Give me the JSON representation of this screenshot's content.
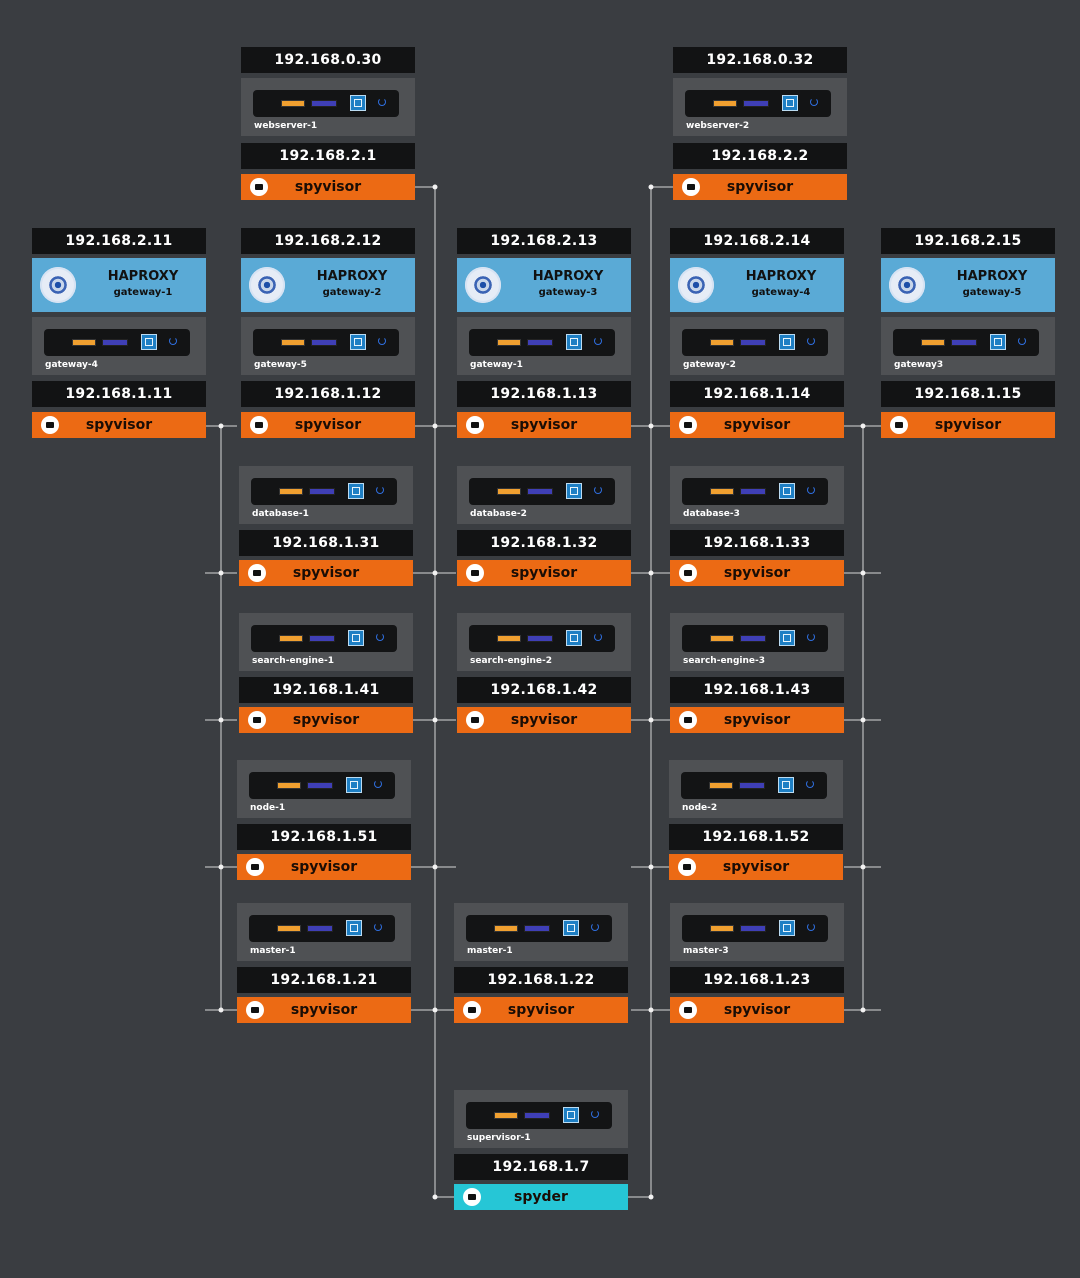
{
  "colors": {
    "background": "#3a3d41",
    "ip_bar": "#121314",
    "device": "#4f5154",
    "spyvisor": "#ec6a14",
    "spyder": "#26c6d6",
    "haproxy": "#5aaad6",
    "wire": "#d6d6d6"
  },
  "icons": {
    "device_ports": "usb-and-ethernet-icons",
    "cpu_badge": "intel-chip-icon",
    "power": "power-icon",
    "agent": "ethernet-port-icon",
    "haproxy": "haproxy-logo"
  },
  "webservers": [
    {
      "public_ip": "192.168.0.30",
      "name": "webserver-1",
      "ip": "192.168.2.1",
      "agent": "spyvisor"
    },
    {
      "public_ip": "192.168.0.32",
      "name": "webserver-2",
      "ip": "192.168.2.2",
      "agent": "spyvisor"
    }
  ],
  "proxies": [
    {
      "vip": "192.168.2.11",
      "title": "HAPROXY",
      "subtitle": "gateway-1",
      "name": "gateway-4",
      "ip": "192.168.1.11",
      "agent": "spyvisor"
    },
    {
      "vip": "192.168.2.12",
      "title": "HAPROXY",
      "subtitle": "gateway-2",
      "name": "gateway-5",
      "ip": "192.168.1.12",
      "agent": "spyvisor"
    },
    {
      "vip": "192.168.2.13",
      "title": "HAPROXY",
      "subtitle": "gateway-3",
      "name": "gateway-1",
      "ip": "192.168.1.13",
      "agent": "spyvisor"
    },
    {
      "vip": "192.168.2.14",
      "title": "HAPROXY",
      "subtitle": "gateway-4",
      "name": "gateway-2",
      "ip": "192.168.1.14",
      "agent": "spyvisor"
    },
    {
      "vip": "192.168.2.15",
      "title": "HAPROXY",
      "subtitle": "gateway-5",
      "name": "gateway3",
      "ip": "192.168.1.15",
      "agent": "spyvisor"
    }
  ],
  "nodes": [
    {
      "name": "database-1",
      "ip": "192.168.1.31",
      "agent": "spyvisor"
    },
    {
      "name": "database-2",
      "ip": "192.168.1.32",
      "agent": "spyvisor"
    },
    {
      "name": "database-3",
      "ip": "192.168.1.33",
      "agent": "spyvisor"
    },
    {
      "name": "search-engine-1",
      "ip": "192.168.1.41",
      "agent": "spyvisor"
    },
    {
      "name": "search-engine-2",
      "ip": "192.168.1.42",
      "agent": "spyvisor"
    },
    {
      "name": "search-engine-3",
      "ip": "192.168.1.43",
      "agent": "spyvisor"
    },
    {
      "name": "node-1",
      "ip": "192.168.1.51",
      "agent": "spyvisor"
    },
    {
      "name": "node-2",
      "ip": "192.168.1.52",
      "agent": "spyvisor"
    },
    {
      "name": "master-1",
      "ip": "192.168.1.21",
      "agent": "spyvisor"
    },
    {
      "name": "master-1",
      "ip": "192.168.1.22",
      "agent": "spyvisor"
    },
    {
      "name": "master-3",
      "ip": "192.168.1.23",
      "agent": "spyvisor"
    }
  ],
  "supervisor": {
    "name": "supervisor-1",
    "ip": "192.168.1.7",
    "agent": "spyder"
  }
}
